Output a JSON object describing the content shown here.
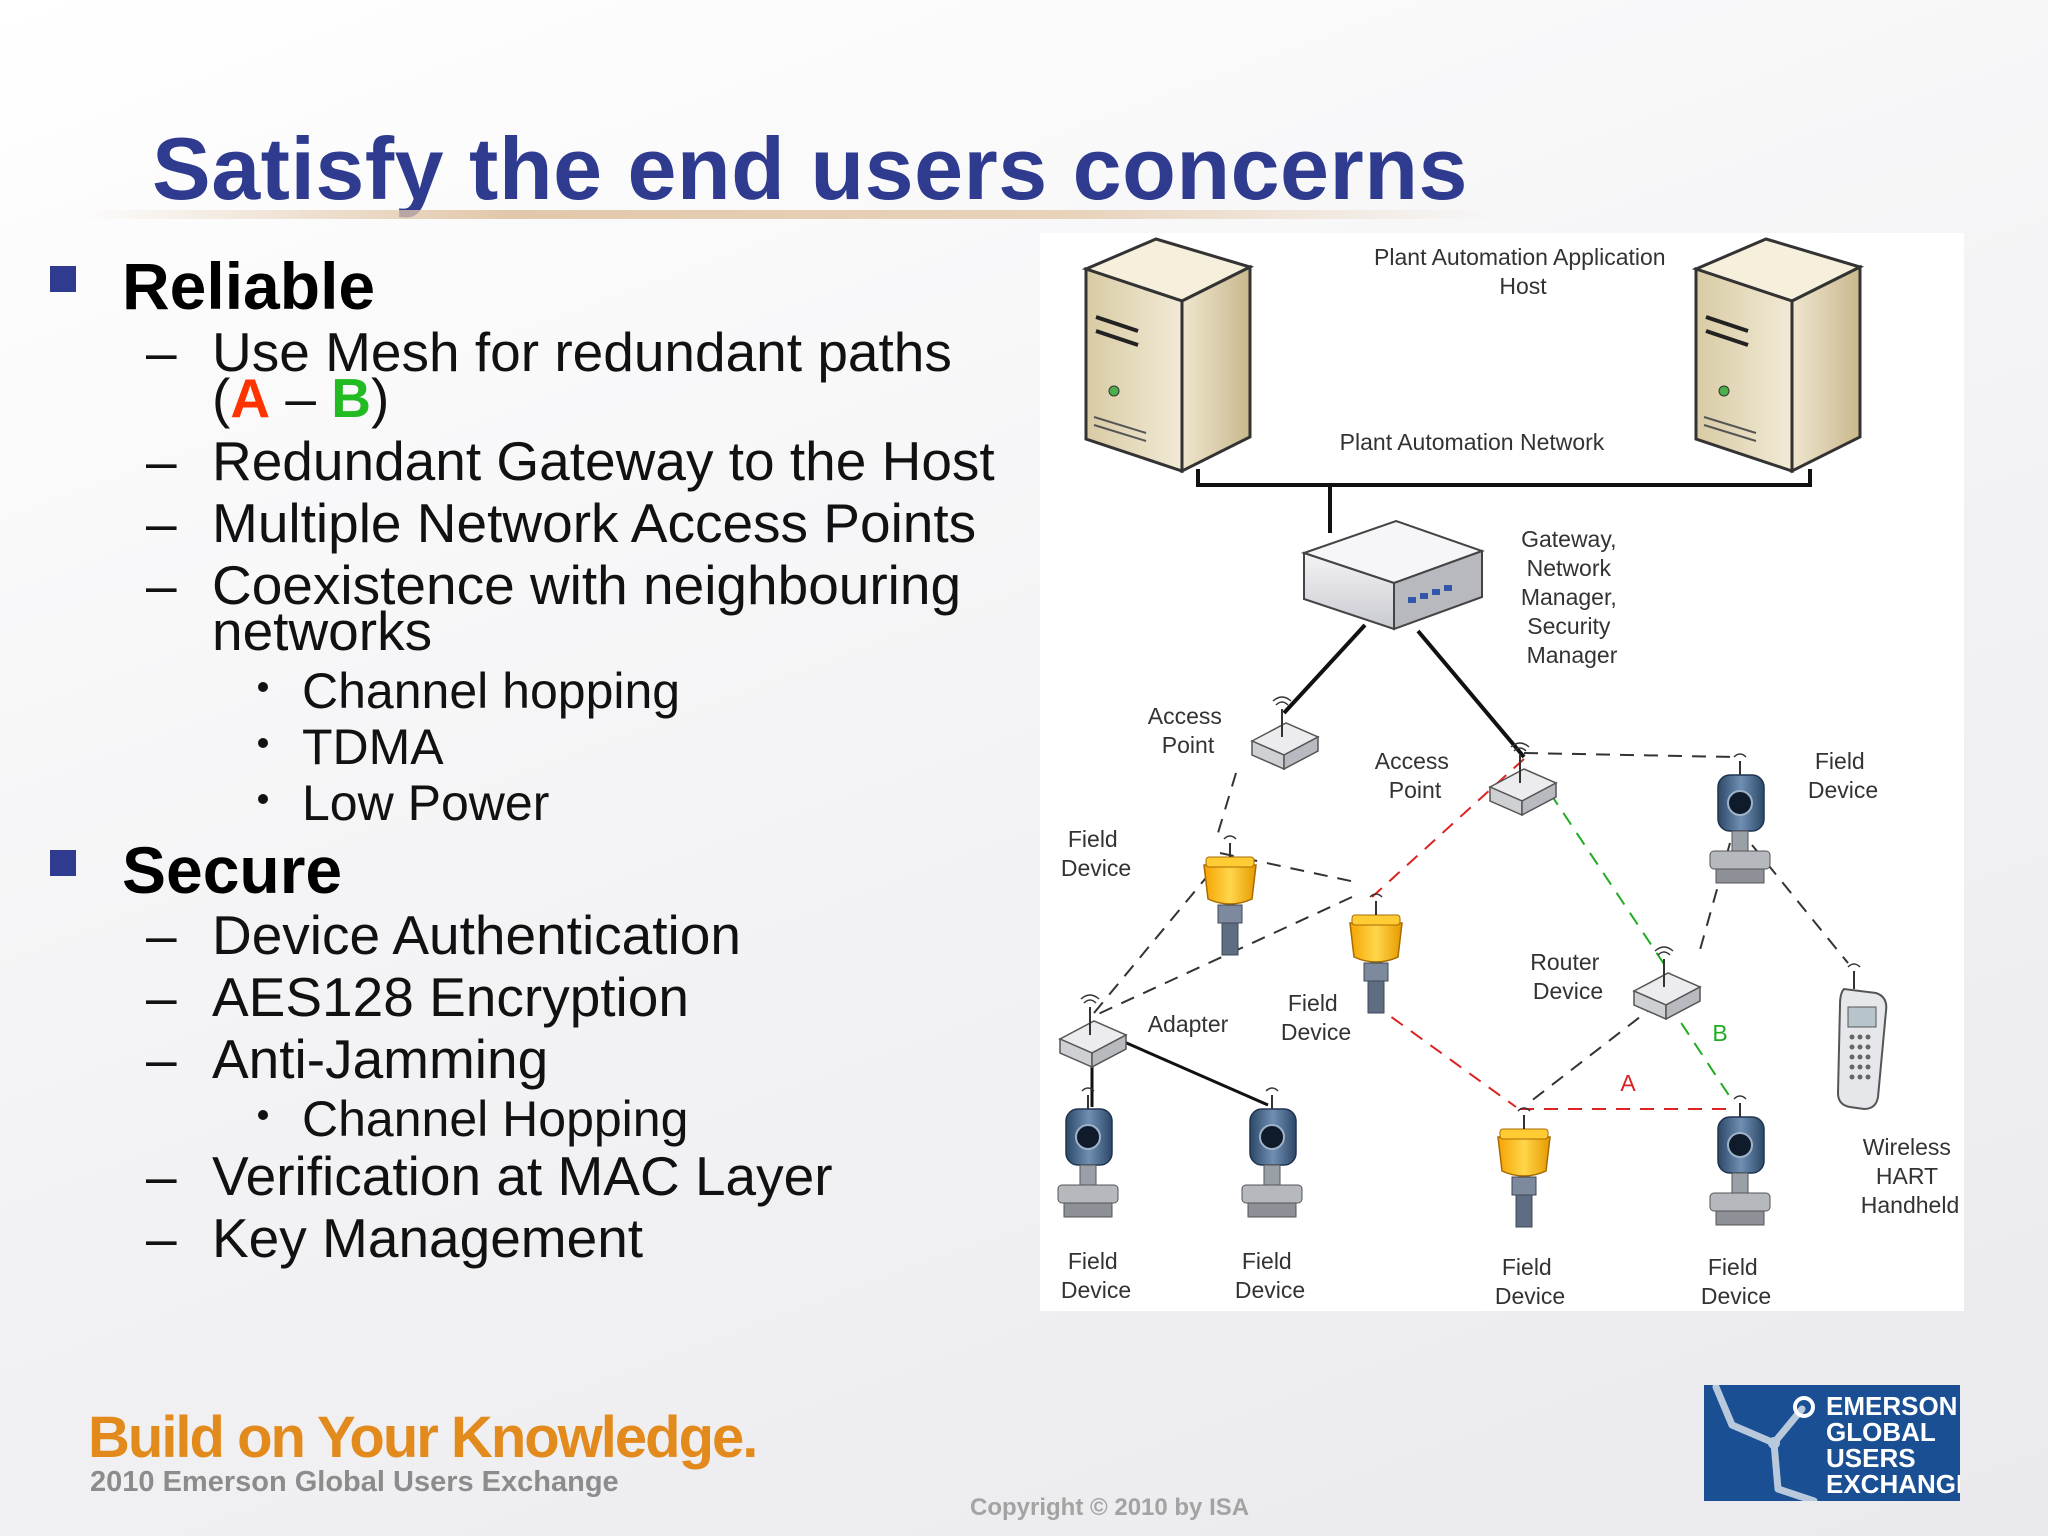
{
  "title": "Satisfy the end users concerns",
  "sections": [
    {
      "heading": "Reliable",
      "items": [
        {
          "line1": "Use Mesh for redundant paths",
          "open": "(",
          "a": "A",
          "sep": " – ",
          "b": "B",
          "close": ")"
        },
        {
          "text": "Redundant Gateway to the Host"
        },
        {
          "text": "Multiple Network Access Points"
        },
        {
          "line1": "Coexistence with neighbouring",
          "line2": "networks",
          "subitems": [
            "Channel hopping",
            "TDMA",
            "Low Power"
          ]
        }
      ]
    },
    {
      "heading": "Secure",
      "items": [
        {
          "text": "Device Authentication"
        },
        {
          "text": "AES128 Encryption"
        },
        {
          "text": "Anti-Jamming",
          "subitems": [
            "Channel Hopping"
          ]
        },
        {
          "text": "Verification at MAC Layer"
        },
        {
          "text": "Key Management"
        }
      ]
    }
  ],
  "diagram": {
    "host_label": [
      "Plant Automation Application",
      "Host"
    ],
    "network_label": "Plant Automation Network",
    "gateway_label": [
      "Gateway,",
      "Network",
      "Manager,",
      "Security",
      "Manager"
    ],
    "access_point_label": [
      "Access",
      "Point"
    ],
    "field_device_label": [
      "Field",
      "Device"
    ],
    "router_label": [
      "Router",
      "Device"
    ],
    "adapter_label": "Adapter",
    "handheld_label": [
      "Wireless",
      "HART",
      "Handheld"
    ],
    "path_a": "A",
    "path_b": "B",
    "path_a_color": "#dd2222",
    "path_b_color": "#22aa22"
  },
  "footer": {
    "brand": "Build on Your Knowledge.",
    "brand_sub": "2010 Emerson Global Users Exchange",
    "copyright": "Copyright © 2010 by ISA",
    "logo_lines": [
      "EMERSON",
      "GLOBAL",
      "USERS",
      "EXCHANGE"
    ]
  }
}
